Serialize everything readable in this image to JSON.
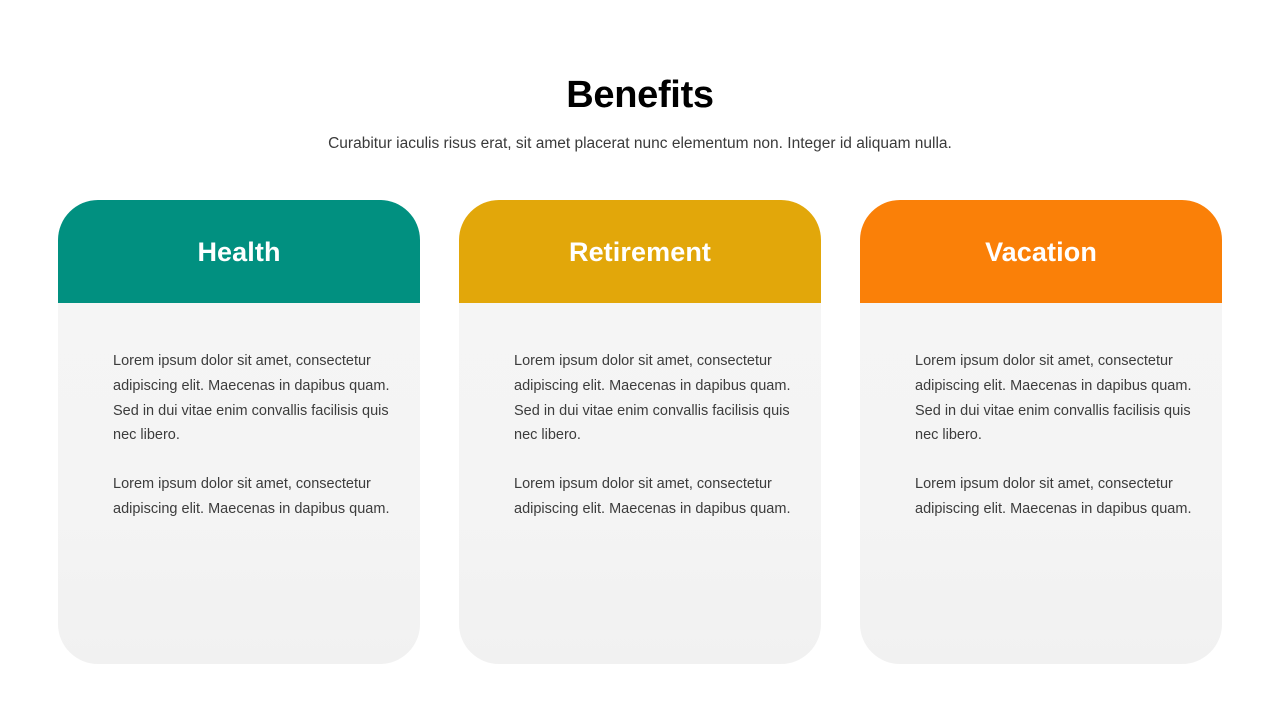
{
  "slide": {
    "title": "Benefits",
    "subtitle": "Curabitur iaculis risus erat, sit amet placerat nunc elementum non. Integer id aliquam nulla.",
    "background_color": "#FFFFFF",
    "title_color": "#000000",
    "body_background_color": "#F4F4F4"
  },
  "cards": [
    {
      "title": "Health",
      "accent_color": "#019080",
      "header_text_color": "#FFFFFF",
      "paragraphs": [
        "Lorem ipsum dolor sit amet, consectetur adipiscing elit. Maecenas in dapibus quam. Sed in dui vitae enim convallis facilisis quis nec libero.",
        "Lorem ipsum dolor sit amet, consectetur adipiscing elit. Maecenas in dapibus quam."
      ]
    },
    {
      "title": "Retirement",
      "accent_color": "#E2A70A",
      "header_text_color": "#FFFFFF",
      "paragraphs": [
        "Lorem ipsum dolor sit amet, consectetur adipiscing elit. Maecenas in dapibus quam. Sed in dui vitae enim convallis facilisis quis nec libero.",
        "Lorem ipsum dolor sit amet, consectetur adipiscing elit. Maecenas in dapibus quam."
      ]
    },
    {
      "title": "Vacation",
      "accent_color": "#FA8008",
      "header_text_color": "#FFFFFF",
      "paragraphs": [
        "Lorem ipsum dolor sit amet, consectetur adipiscing elit. Maecenas in dapibus quam. Sed in dui vitae enim convallis facilisis quis nec libero.",
        "Lorem ipsum dolor sit amet, consectetur adipiscing elit. Maecenas in dapibus quam."
      ]
    }
  ]
}
